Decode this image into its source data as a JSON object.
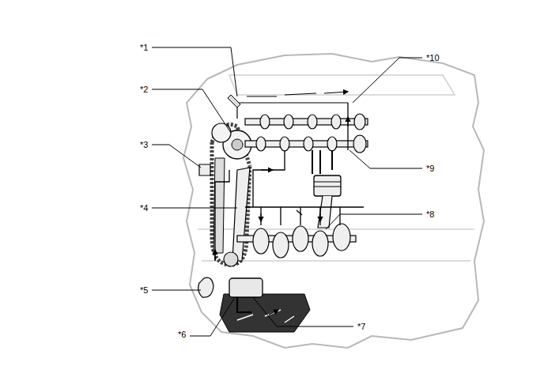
{
  "diagram": {
    "labels": [
      "*1",
      "*2",
      "*3",
      "*4",
      "*5",
      "*6",
      "*7",
      "*8",
      "*9",
      "*10"
    ]
  }
}
